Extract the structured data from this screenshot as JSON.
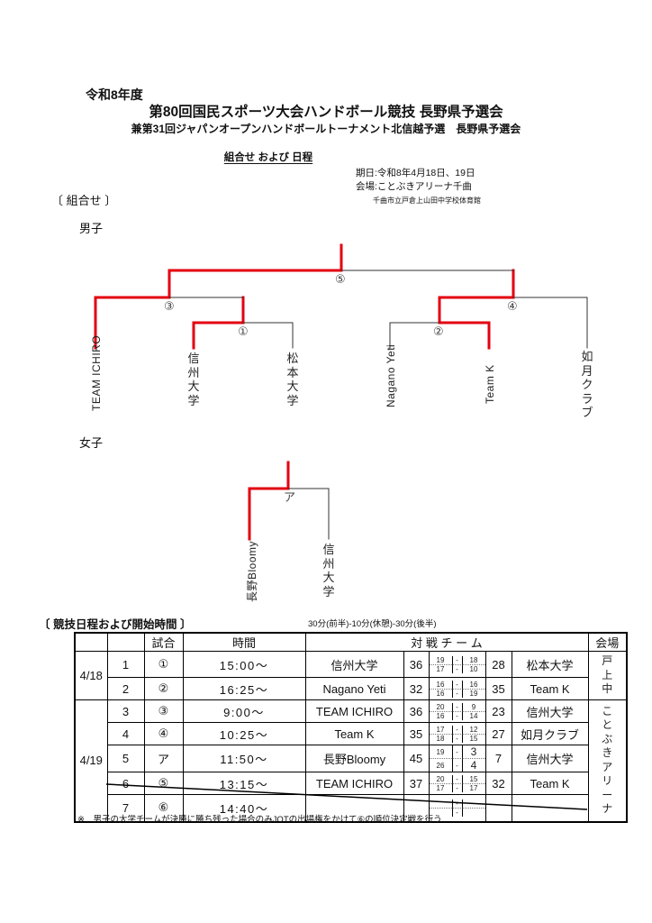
{
  "colors": {
    "winner_red": "#e30010",
    "bracket_black": "#333333",
    "table_border": "#000000"
  },
  "header": {
    "fiscal_year": "令和8年度",
    "title1": "第80回国民スポーツ大会ハンドボール競技 長野県予選会",
    "title2": "兼第31回ジャパンオープンハンドボールトーナメント北信越予選　長野県予選会",
    "subtitle": "組合せ および 日程",
    "date_line": "期日:令和8年4月18日、19日",
    "venue_line": "会場:ことぶきアリーナ千曲",
    "venue_detail": "千曲市立戸倉上山田中学校体育館"
  },
  "sections": {
    "pairings_title": "〔 組合せ 〕",
    "schedule_title": "〔 競技日程および開始時間 〕",
    "duration_note": "30分(前半)-10分(休憩)-30分(後半)",
    "footnote": "※　男子の大学チームが決勝に勝ち残った場合のみJOTの出場権をかけて⑥の順位決定戦を行う"
  },
  "men": {
    "label": "男子",
    "teams": [
      "TEAM ICHIRO",
      "信州大学",
      "松本大学",
      "Nagano Yeti",
      "Team K",
      "如月クラブ"
    ],
    "matches": [
      "①",
      "②",
      "③",
      "④",
      "⑤"
    ]
  },
  "women": {
    "label": "女子",
    "teams": [
      "長野Bloomy",
      "信州大学"
    ],
    "matches": [
      "ア"
    ]
  },
  "schedule_table": {
    "headers": {
      "match": "試合",
      "time": "時間",
      "teams": "対 戦 チ ー ム",
      "venue": "会場"
    },
    "dates": [
      "4/18",
      "4/19"
    ],
    "venues": [
      "戸上中",
      "ことぶきアリーナ"
    ],
    "dash": "-",
    "rows": [
      {
        "no": "1",
        "match": "①",
        "time": "15:00～",
        "home": "信州大学",
        "hs": "36",
        "h1": "19",
        "a1": "18",
        "h2": "17",
        "a2": "10",
        "as": "28",
        "away": "松本大学"
      },
      {
        "no": "2",
        "match": "②",
        "time": "16:25～",
        "home": "Nagano Yeti",
        "hs": "32",
        "h1": "16",
        "a1": "16",
        "h2": "16",
        "a2": "19",
        "as": "35",
        "away": "Team K"
      },
      {
        "no": "3",
        "match": "③",
        "time": "9:00～",
        "home": "TEAM ICHIRO",
        "hs": "36",
        "h1": "20",
        "a1": "9",
        "h2": "16",
        "a2": "14",
        "as": "23",
        "away": "信州大学"
      },
      {
        "no": "4",
        "match": "④",
        "time": "10:25～",
        "home": "Team K",
        "hs": "35",
        "h1": "17",
        "a1": "12",
        "h2": "18",
        "a2": "15",
        "as": "27",
        "away": "如月クラブ"
      },
      {
        "no": "5",
        "match": "ア",
        "time": "11:50～",
        "home": "長野Bloomy",
        "hs": "45",
        "h1": "19",
        "a1": "3",
        "h2": "26",
        "a2": "4",
        "as": "7",
        "away": "信州大学"
      },
      {
        "no": "6",
        "match": "⑤",
        "time": "13:15～",
        "home": "TEAM ICHIRO",
        "hs": "37",
        "h1": "20",
        "a1": "15",
        "h2": "17",
        "a2": "17",
        "as": "32",
        "away": "Team K"
      },
      {
        "no": "7",
        "match": "⑥",
        "time": "14:40～",
        "home": "",
        "hs": "",
        "h1": "",
        "a1": "",
        "h2": "",
        "a2": "",
        "as": "",
        "away": ""
      }
    ]
  }
}
